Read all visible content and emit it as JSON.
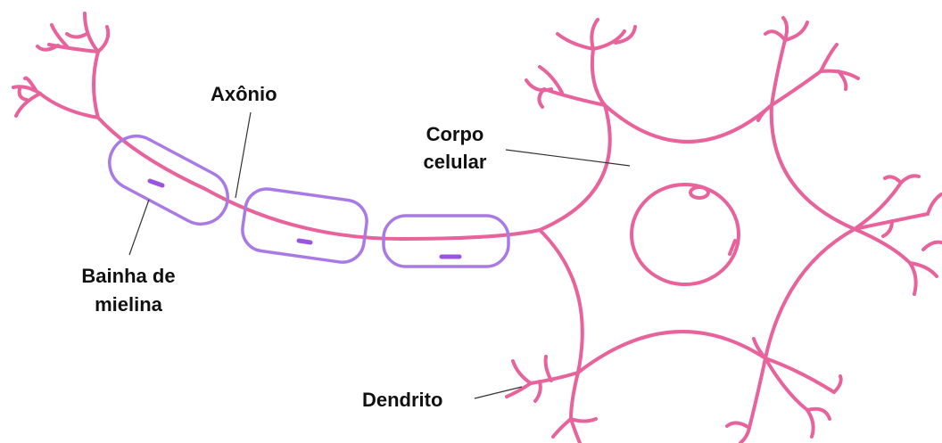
{
  "labels": {
    "axon": "Axônio",
    "cell_body_line1": "Corpo",
    "cell_body_line2": "celular",
    "myelin_line1": "Bainha de",
    "myelin_line2": "mielina",
    "dendrite": "Dendrito"
  },
  "colors": {
    "neuron": "#e8629c",
    "myelin": "#a97ae6",
    "myelin_mark": "#9a55e0",
    "leader_line": "#333333",
    "label_text": "#111111"
  }
}
